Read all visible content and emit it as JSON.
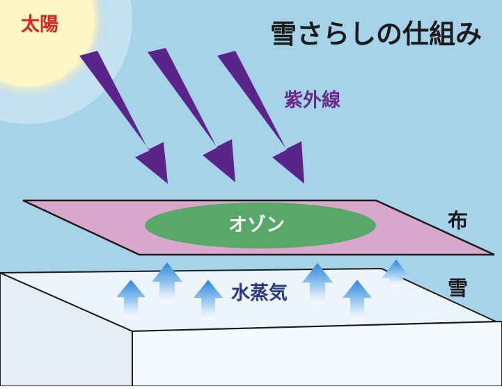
{
  "title": "雪さらしの仕組み",
  "labels": {
    "sun": "太陽",
    "uv": "紫外線",
    "ozone": "オゾン",
    "cloth": "布",
    "snow": "雪",
    "vapor": "水蒸気"
  },
  "icons": [
    "sun-icon",
    "uv-arrow-icon",
    "vapor-arrow-icon"
  ],
  "colors": {
    "sky": "#a7d3ea",
    "sun": "#fff7cc",
    "uv_arrow": "#5a2488",
    "cloth": "#d9a6cc",
    "ozone": "#58a868",
    "snow": "#eef4fb",
    "vapor_arrow": "#3e8fd6",
    "sun_label": "#d62420",
    "uv_label": "#6a2a8c",
    "vapor_label": "#2a3a80"
  }
}
